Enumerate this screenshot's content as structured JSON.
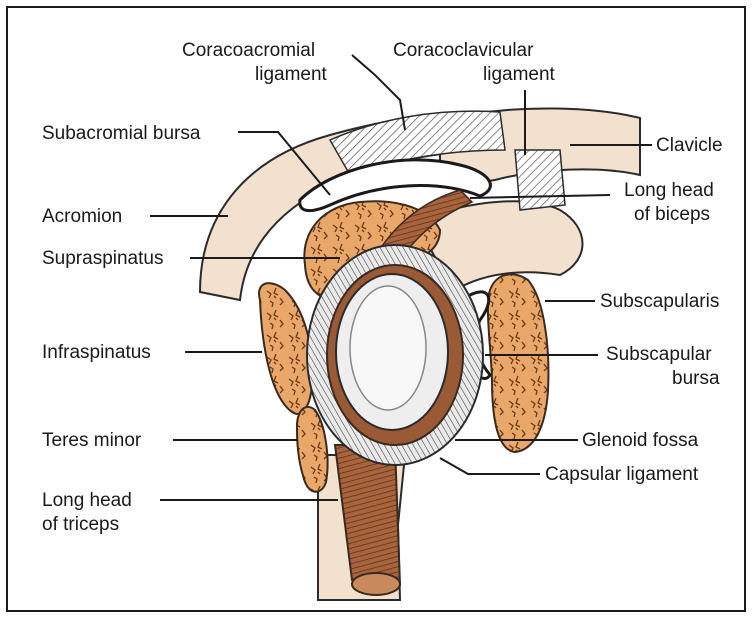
{
  "labels": {
    "coracoacromial_ligament": [
      "Coracoacromial",
      "ligament"
    ],
    "coracoclavicular_ligament": [
      "Coracoclavicular",
      "ligament"
    ],
    "subacromial_bursa": "Subacromial bursa",
    "clavicle": "Clavicle",
    "long_head_biceps": [
      "Long head",
      "of biceps"
    ],
    "acromion": "Acromion",
    "supraspinatus": "Supraspinatus",
    "subscapularis": "Subscapularis",
    "infraspinatus": "Infraspinatus",
    "subscapular_bursa": [
      "Subscapular",
      "bursa"
    ],
    "teres_minor": "Teres minor",
    "glenoid_fossa": "Glenoid fossa",
    "capsular_ligament": "Capsular ligament",
    "long_head_triceps": [
      "Long head",
      "of triceps"
    ]
  },
  "colors": {
    "bone": "#f2e1cf",
    "muscle": "#e9a769",
    "tendon": "#9b5a36",
    "cartilage": "#eeeeee",
    "capsule": "#9aa3ab"
  }
}
